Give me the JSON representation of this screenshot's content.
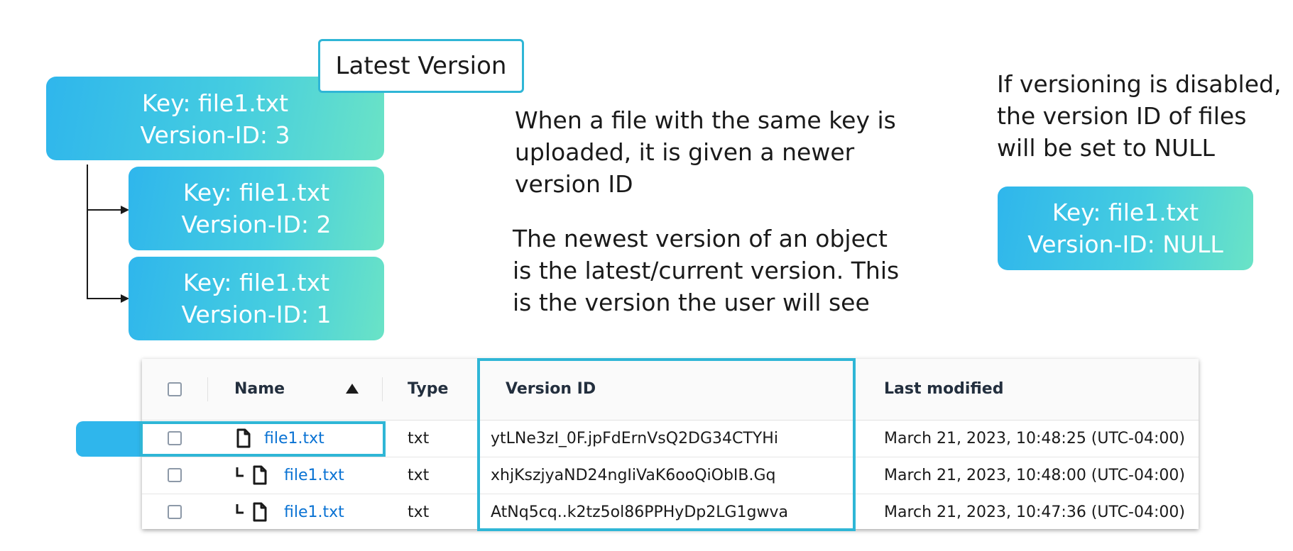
{
  "latest_label": "Latest Version",
  "version_boxes": [
    {
      "key": "Key: file1.txt",
      "version": "Version-ID: 3"
    },
    {
      "key": "Key: file1.txt",
      "version": "Version-ID: 2"
    },
    {
      "key": "Key: file1.txt",
      "version": "Version-ID: 1"
    }
  ],
  "null_box": {
    "key": "Key: file1.txt",
    "version": "Version-ID: NULL"
  },
  "paragraphs": {
    "upload": [
      "When a file with the same key is",
      "uploaded, it is given a newer",
      "version ID"
    ],
    "newest": [
      "The newest version of an object",
      "is the latest/current version. This",
      "is the version the user will see"
    ],
    "disabled": [
      "If versioning is disabled,",
      "the version ID of files",
      "will be set to NULL"
    ]
  },
  "table": {
    "headers": {
      "name": "Name",
      "type": "Type",
      "version_id": "Version ID",
      "last_modified": "Last modified"
    },
    "rows": [
      {
        "name": "file1.txt",
        "type": "txt",
        "version_id": "ytLNe3zI_0F.jpFdErnVsQ2DG34CTYHi",
        "last_modified": "March 21, 2023, 10:48:25 (UTC-04:00)"
      },
      {
        "name": "file1.txt",
        "type": "txt",
        "version_id": "xhjKszjyaND24ngIiVaK6ooQiObIB.Gq",
        "last_modified": "March 21, 2023, 10:48:00 (UTC-04:00)"
      },
      {
        "name": "file1.txt",
        "type": "txt",
        "version_id": "AtNq5cq..k2tz5ol86PPHyDp2LG1gwva",
        "last_modified": "March 21, 2023, 10:47:36 (UTC-04:00)"
      }
    ]
  },
  "colors": {
    "accent": "#2fb6d6",
    "gradient_start": "#2fb6ec",
    "gradient_end": "#6ae3c6",
    "link": "#0972d3"
  }
}
